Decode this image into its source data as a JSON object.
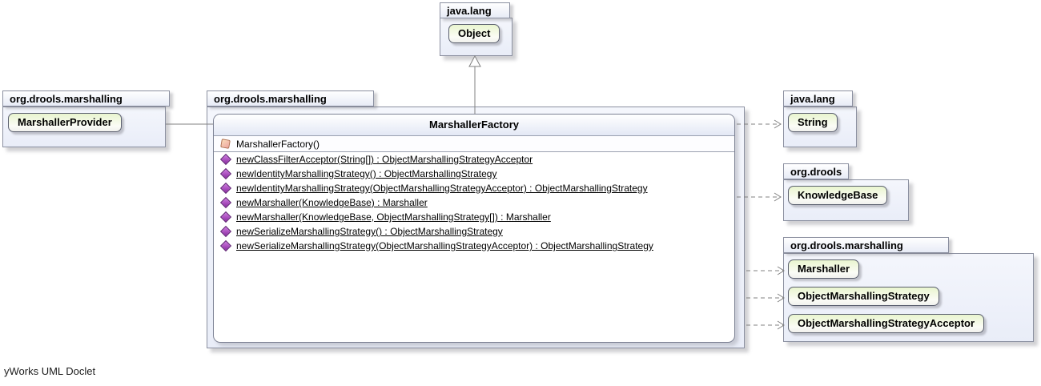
{
  "footer": "yWorks UML Doclet",
  "packages": {
    "top": {
      "name": "java.lang",
      "classes": [
        "Object"
      ]
    },
    "left": {
      "name": "org.drools.marshalling",
      "classes": [
        "MarshallerProvider"
      ]
    },
    "center": {
      "name": "org.drools.marshalling"
    },
    "right_top": {
      "name": "java.lang",
      "classes": [
        "String"
      ]
    },
    "right_mid": {
      "name": "org.drools",
      "classes": [
        "KnowledgeBase"
      ]
    },
    "right_bottom": {
      "name": "org.drools.marshalling",
      "classes": [
        "Marshaller",
        "ObjectMarshallingStrategy",
        "ObjectMarshallingStrategyAcceptor"
      ]
    }
  },
  "factory": {
    "title": "MarshallerFactory",
    "constructor": "MarshallerFactory()",
    "methods": [
      "newClassFilterAcceptor(String[]) : ObjectMarshallingStrategyAcceptor",
      "newIdentityMarshallingStrategy() : ObjectMarshallingStrategy",
      "newIdentityMarshallingStrategy(ObjectMarshallingStrategyAcceptor) : ObjectMarshallingStrategy",
      "newMarshaller(KnowledgeBase) : Marshaller",
      "newMarshaller(KnowledgeBase, ObjectMarshallingStrategy[]) : Marshaller",
      "newSerializeMarshallingStrategy() : ObjectMarshallingStrategy",
      "newSerializeMarshallingStrategy(ObjectMarshallingStrategyAcceptor) : ObjectMarshallingStrategy"
    ]
  },
  "colors": {
    "class_fill": "#e9f5cf",
    "package_fill": "#eef1fa",
    "method_icon": "#8a2ba1",
    "constructor_icon": "#eda5a0",
    "connector": "#808080"
  }
}
